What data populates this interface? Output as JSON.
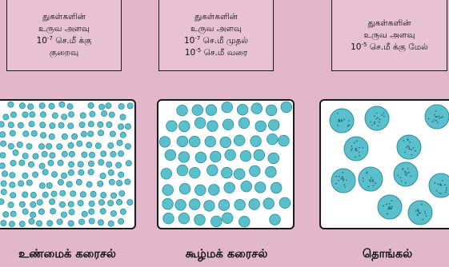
{
  "boxes": {
    "true_solution": {
      "line1": "துகள்களின்",
      "line2": "உருவ அளவு",
      "size_base": "10",
      "size_exp": "-7",
      "size_unit": "செ.மீ க்கு",
      "line4": "குறைவு"
    },
    "colloid": {
      "line1": "துகள்களின்",
      "line2": "உருவ அளவு",
      "size1_base": "10",
      "size1_exp": "-7",
      "size1_suffix": "செ.மீ  முதல்",
      "size2_base": "10",
      "size2_exp": "-5",
      "size2_suffix": "செ.மீ வரை"
    },
    "suspension": {
      "line1": "துகள்களின்",
      "line2": "உருவ அளவு",
      "size_base": "10",
      "size_exp": "-5",
      "size_suffix": "செ.மீ க்கு மேல்"
    }
  },
  "captions": {
    "true_solution": "உண்மைக் கரைசல்",
    "colloid": "கூழ்மக் கரைசல்",
    "suspension": "தொங்கல்"
  },
  "colors": {
    "background": "#e2b7cc",
    "box_fill": "#e6c2d2",
    "particle_fill": "#5cc0cc",
    "particle_stroke": "#2a8e9b",
    "particle_dots": "#1f6f7e"
  }
}
